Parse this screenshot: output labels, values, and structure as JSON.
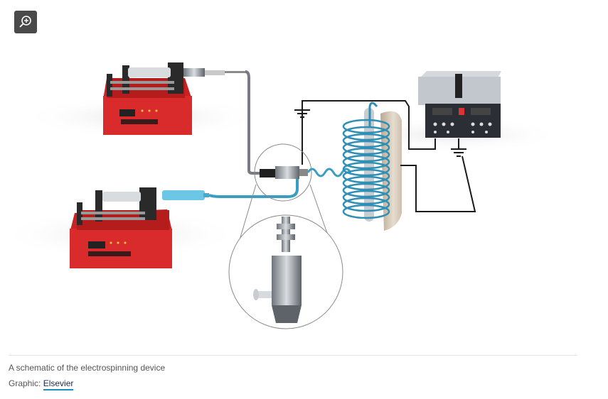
{
  "figure": {
    "caption": "A schematic of the electrospinning device",
    "credit_label": "Graphic:",
    "credit_link": "Elsevier",
    "zoom_icon": "zoom-in-icon",
    "colors": {
      "pump_red": "#d92b2b",
      "coil_blue": "#3a9ec0",
      "wire": "#1a1a1a",
      "supply_grey": "#9aa0a8",
      "link_underline": "#1a8fbf"
    }
  }
}
